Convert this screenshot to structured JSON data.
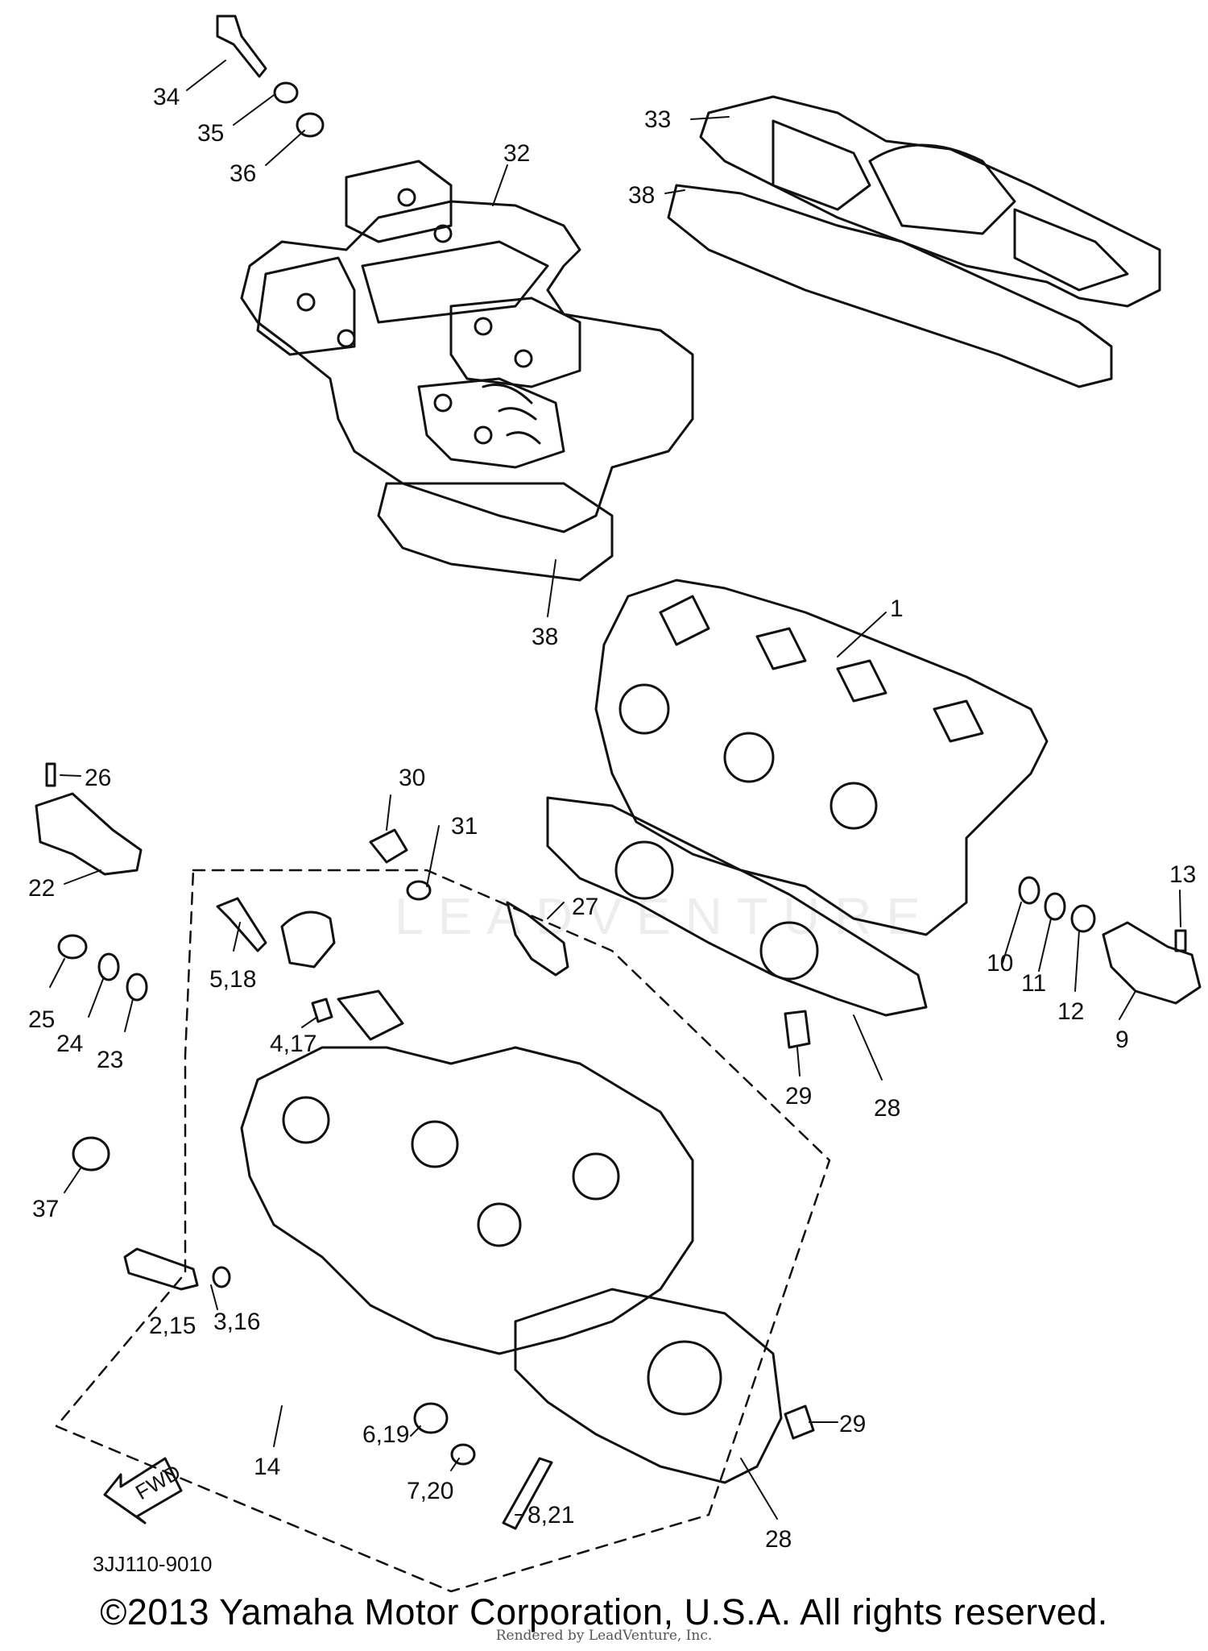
{
  "diagram": {
    "diagram_code": "3JJ110-9010",
    "labels": [
      "34",
      "35",
      "36",
      "32",
      "33",
      "38",
      "38",
      "1",
      "26",
      "30",
      "31",
      "22",
      "27",
      "13",
      "5,18",
      "25",
      "24",
      "23",
      "10",
      "11",
      "12",
      "9",
      "4,17",
      "29",
      "28",
      "37",
      "2,15",
      "3,16",
      "29",
      "6,19",
      "14",
      "7,20",
      "28",
      "8,21"
    ],
    "fwd_text": "FWD"
  },
  "footer": {
    "copyright": "©2013 Yamaha Motor Corporation, U.S.A. All rights reserved.",
    "rendered_by": "Rendered by LeadVenture, Inc."
  },
  "watermark": {
    "text": "LEADVENTURE"
  },
  "colors": {
    "ink": "#111111",
    "background": "#ffffff"
  }
}
